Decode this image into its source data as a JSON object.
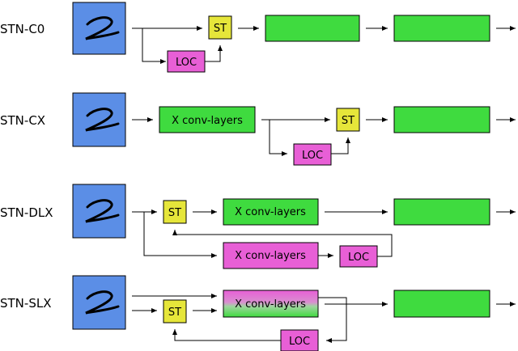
{
  "colors": {
    "image_bg": "#5b8ee6",
    "green": "#3fdb3f",
    "st": "#e6e63a",
    "loc": "#e85fd6",
    "line": "#000000"
  },
  "icons": {
    "digit": "handwritten-digit-icon"
  },
  "rows": [
    {
      "name": "STN-C0",
      "st": "ST",
      "loc": "LOC"
    },
    {
      "name": "STN-CX",
      "conv": "X conv-layers",
      "st": "ST",
      "loc": "LOC"
    },
    {
      "name": "STN-DLX",
      "st": "ST",
      "conv_top": "X conv-layers",
      "conv_bottom": "X conv-layers",
      "loc": "LOC"
    },
    {
      "name": "STN-SLX",
      "st": "ST",
      "conv": "X conv-layers",
      "loc": "LOC"
    }
  ]
}
